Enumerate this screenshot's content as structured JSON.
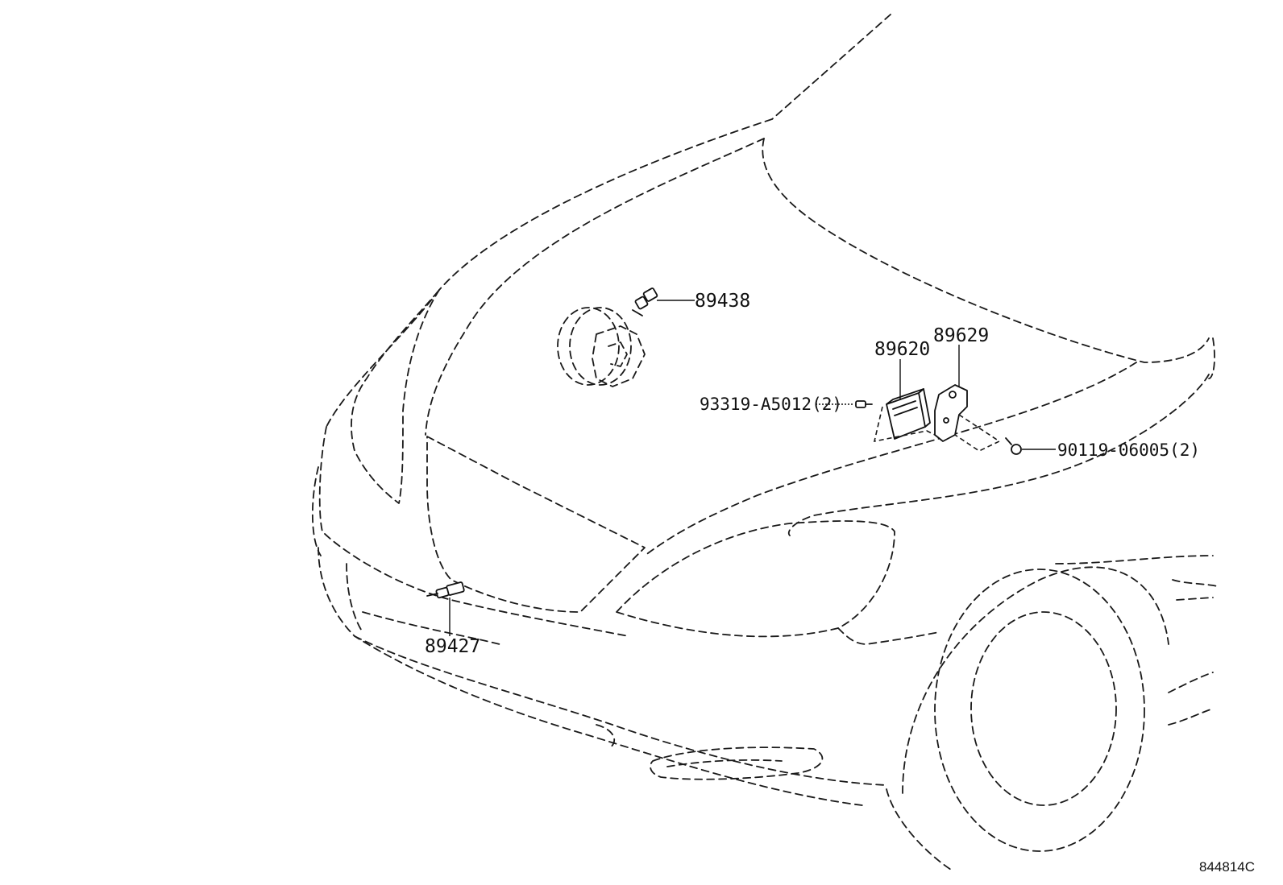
{
  "diagram": {
    "callouts": {
      "p89438": "89438",
      "p89620": "89620",
      "p89629": "89629",
      "p93319": "93319-A5012(2)",
      "p90119": "90119-06005(2)",
      "p89427": "89427"
    },
    "diagram_id": "844814C"
  }
}
